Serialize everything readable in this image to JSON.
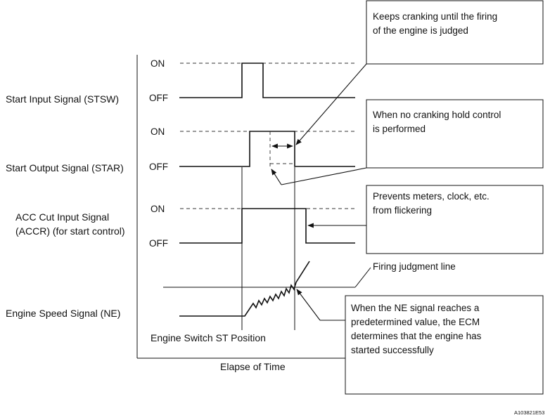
{
  "signals": {
    "stsw": "Start Input Signal (STSW)",
    "star": "Start Output Signal (STAR)",
    "accr_1": "ACC Cut Input Signal",
    "accr_2": "(ACCR) (for start control)",
    "ne": "Engine Speed Signal (NE)"
  },
  "levels": {
    "on": "ON",
    "off": "OFF"
  },
  "labels": {
    "switch_position": "Engine Switch ST Position",
    "x_axis": "Elapse of Time",
    "firing_line": "Firing judgment line",
    "ref_code": "A103821E53"
  },
  "notes": {
    "cranking_1": "Keeps cranking until the firing",
    "cranking_2": "of the engine is judged",
    "no_hold_1": "When no cranking hold control",
    "no_hold_2": "is performed",
    "meters_1": "Prevents meters, clock, etc.",
    "meters_2": "from flickering",
    "ne_1": "When the NE signal reaches a",
    "ne_2": "predetermined value, the ECM",
    "ne_3": "determines that the engine has",
    "ne_4": "started successfully"
  }
}
